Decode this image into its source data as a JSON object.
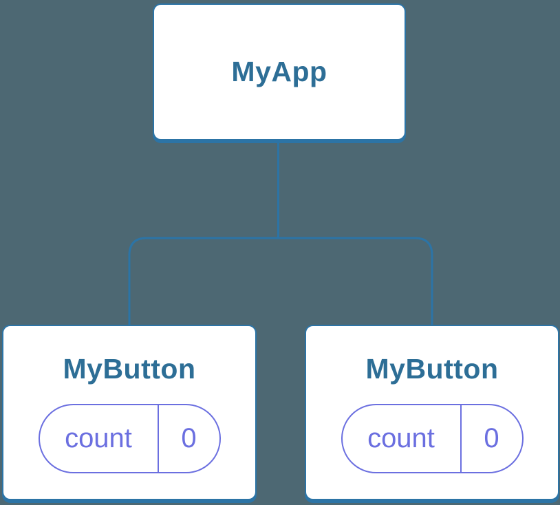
{
  "diagram": {
    "kind": "component-tree",
    "root": {
      "title": "MyApp"
    },
    "children": [
      {
        "title": "MyButton",
        "state": {
          "key": "count",
          "value": "0"
        }
      },
      {
        "title": "MyButton",
        "state": {
          "key": "count",
          "value": "0"
        }
      }
    ]
  },
  "colors": {
    "background": "#4d6873",
    "node_border": "#2c74a6",
    "node_bg": "#ffffff",
    "node_title": "#2d6e96",
    "state_accent": "#6b6fe0"
  }
}
